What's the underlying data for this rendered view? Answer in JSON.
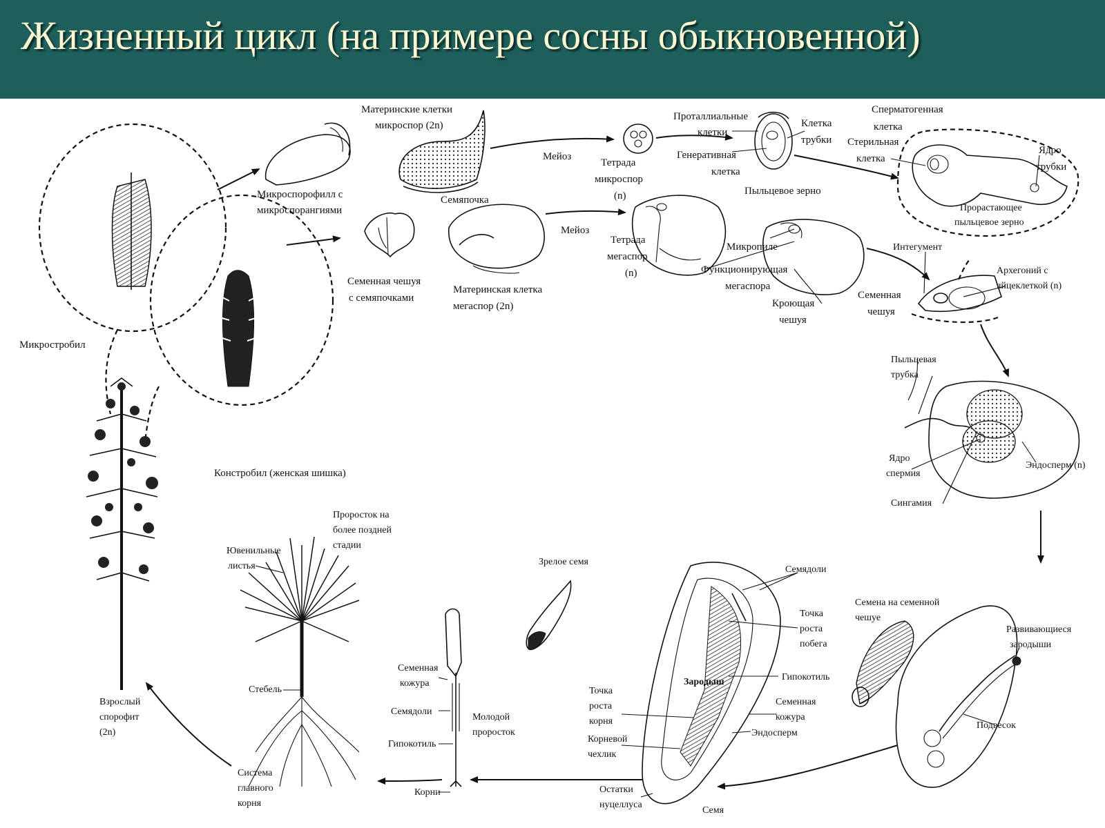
{
  "title": "Жизненный цикл (на примере сосны обыкновенной)",
  "labels": {
    "mother_cells_microspores_1": "Материнские клетки",
    "mother_cells_microspores_2": "микроспор (2n)",
    "meiosis": "Мейоз",
    "tetrad_microspores_1": "Тетрада",
    "tetrad_microspores_2": "микроспор",
    "tetrad_microspores_3": "(n)",
    "prothallial_1": "Проталлиальные",
    "prothallial_2": "клетки",
    "tube_cell_1": "Клетка",
    "tube_cell_2": "трубки",
    "generative_1": "Генеративная",
    "generative_2": "клетка",
    "pollen_grain": "Пыльцевое зерно",
    "spermatogenous_1": "Сперматогенная",
    "spermatogenous_2": "клетка",
    "sterile_1": "Стерильная",
    "sterile_2": "клетка",
    "tube_nucleus_1": "Ядро",
    "tube_nucleus_2": "трубки",
    "germinating_1": "Прорастающее",
    "germinating_2": "пыльцевое зерно",
    "microsporophyll_1": "Микроспорофилл с",
    "microsporophyll_2": "микроспорангиями",
    "ovule": "Семяпочка",
    "meiosis_2": "Мейоз",
    "tetrad_megaspores_1": "Тетрада",
    "tetrad_megaspores_2": "мегаспор",
    "tetrad_megaspores_3": "(n)",
    "micropyle": "Микропиле",
    "functional_megaspore_1": "Функционирующая",
    "functional_megaspore_2": "мегаспора",
    "integument": "Интегумент",
    "archegonium_1": "Архегоний с",
    "archegonium_2": "яйцеклеткой (n)",
    "seed_scale_ovules_1": "Семенная чешуя",
    "seed_scale_ovules_2": "с семяпочками",
    "megaspore_mother_1": "Материнская клетка",
    "megaspore_mother_2": "мегаспор (2n)",
    "bract_scale_1": "Кроющая",
    "bract_scale_2": "чешуя",
    "seed_scale_1": "Семенная",
    "seed_scale_2": "чешуя",
    "microstrobil": "Микростробил",
    "pollen_tube_1": "Пыльцевая",
    "pollen_tube_2": "трубка",
    "sperm_nucleus_1": "Ядро",
    "sperm_nucleus_2": "спермия",
    "endosperm_n": "Эндосперм (n)",
    "syngamy": "Сингамия",
    "constrobil": "Констробил (женская шишка)",
    "later_seedling_1": "Проросток на",
    "later_seedling_2": "более поздней",
    "later_seedling_3": "стадии",
    "juvenile_1": "Ювенильные",
    "juvenile_2": "листья",
    "mature_seed": "Зрелое семя",
    "cotyledons": "Семядоли",
    "shoot_apex_1": "Точка",
    "shoot_apex_2": "роста",
    "shoot_apex_3": "побега",
    "seeds_on_scale_1": "Семена на семенной",
    "seeds_on_scale_2": "чешуе",
    "developing_embryos_1": "Развивающиеся",
    "developing_embryos_2": "зародыши",
    "stem": "Стебель",
    "seed_coat_1": "Семенная",
    "seed_coat_2": "кожура",
    "cotyledons_2": "Семядоли",
    "young_seedling_1": "Молодой",
    "young_seedling_2": "проросток",
    "hypocotyl_2": "Гипокотиль",
    "embryo": "Зародыш",
    "hypocotyl": "Гипокотиль",
    "root_apex_1": "Точка",
    "root_apex_2": "роста",
    "root_apex_3": "корня",
    "seed_coat_b_1": "Семенная",
    "seed_coat_b_2": "кожура",
    "root_cap_1": "Корневой",
    "root_cap_2": "чехлик",
    "endosperm": "Эндосперм",
    "suspensor": "Подвесок",
    "adult_1": "Взрослый",
    "adult_2": "спорофит",
    "adult_3": "(2n)",
    "taproot_1": "Система",
    "taproot_2": "главного",
    "taproot_3": "корня",
    "root": "Корни",
    "nucellus_1": "Остатки",
    "nucellus_2": "нуцеллуса",
    "seed": "Семя"
  },
  "colors": {
    "header_bg": "#1e5f5c",
    "title_text": "#fbf7d2",
    "line": "#111111"
  }
}
